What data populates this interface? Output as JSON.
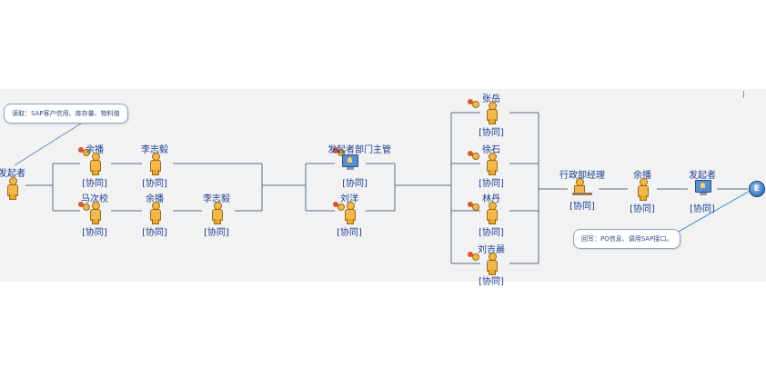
{
  "nodes": {
    "initiator_start": {
      "name": "发起者"
    },
    "yu_lin_top": {
      "name": "余播",
      "tag": "[协同]"
    },
    "li_zhiyi_top": {
      "name": "李志毅",
      "tag": "[协同]"
    },
    "ma_cixiao": {
      "name": "马次校",
      "tag": "[协同]"
    },
    "yu_lin_bottom": {
      "name": "余播",
      "tag": "[协同]"
    },
    "li_zhiyi_bottom": {
      "name": "李志毅",
      "tag": "[协同]"
    },
    "dept_head": {
      "name": "发起者部门主管",
      "tag": "[协同]"
    },
    "liu_feng": {
      "name": "刘洋",
      "tag": "[协同]"
    },
    "zhang_yue": {
      "name": "张岳",
      "tag": "[协同]"
    },
    "xu_shi": {
      "name": "徐石",
      "tag": "[协同]"
    },
    "lin_dan": {
      "name": "林丹",
      "tag": "[协同]"
    },
    "liu_jichen": {
      "name": "刘吉晨",
      "tag": "[协同]"
    },
    "admin_manager": {
      "name": "行政部经理",
      "tag": "[协同]"
    },
    "yu_lin_final": {
      "name": "余播",
      "tag": "[协同]"
    },
    "initiator_end": {
      "name": "发起者",
      "tag": "[协同]"
    }
  },
  "callouts": {
    "read": "读取：SAP客户信用、库存量、物料值",
    "write": "回写：PO信息、调用SAP接口。"
  },
  "end_node": {
    "label": "E"
  }
}
